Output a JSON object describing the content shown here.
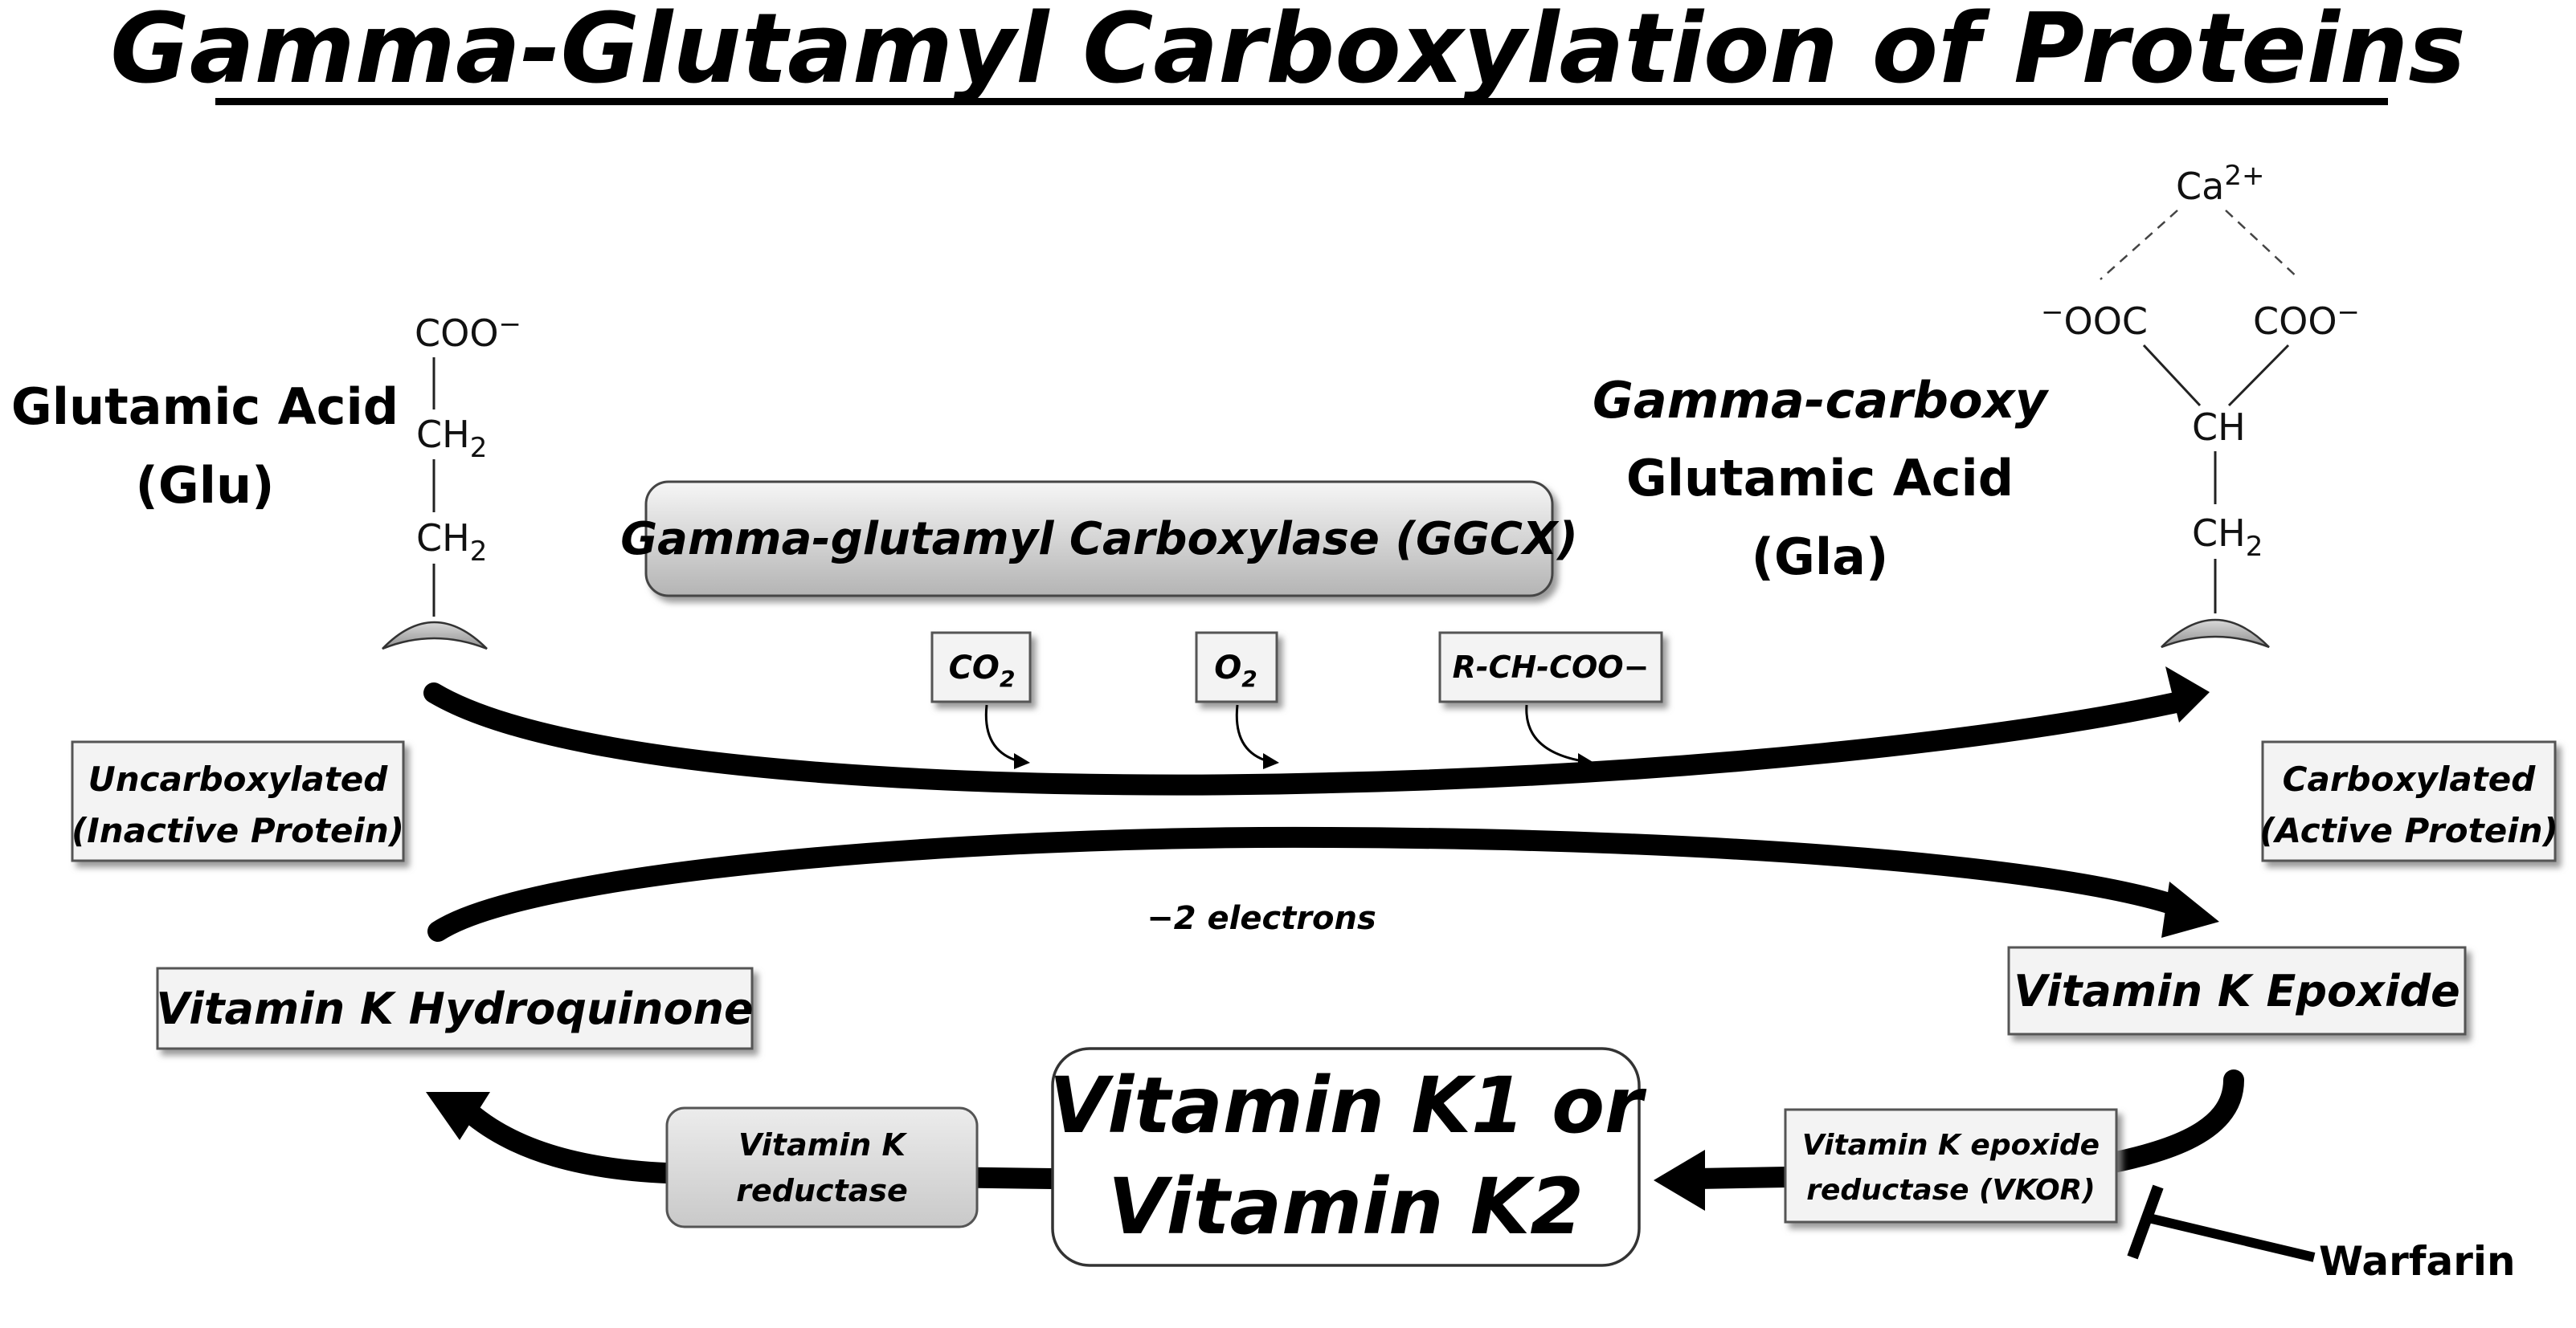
{
  "title": "Gamma-Glutamyl Carboxylation of Proteins",
  "glu": {
    "name_line1": "Glutamic Acid",
    "name_line2": "(Glu)",
    "formula": {
      "top": "COO",
      "top_charge": "−",
      "ch2_a": "CH",
      "ch2_a_sub": "2",
      "ch2_b": "CH",
      "ch2_b_sub": "2"
    }
  },
  "gla": {
    "name_line1": "Gamma-carboxy",
    "name_line2": "Glutamic Acid",
    "name_line3": "(Gla)",
    "formula": {
      "ca": "Ca",
      "ca_charge": "2+",
      "left_charge": "−",
      "left": "OOC",
      "right": "COO",
      "right_charge": "−",
      "ch": "CH",
      "ch2": "CH",
      "ch2_sub": "2"
    }
  },
  "enzyme_ggcx": "Gamma-glutamyl Carboxylase (GGCX)",
  "cofactors": {
    "co2": "CO",
    "co2_sub": "2",
    "o2": "O",
    "o2_sub": "2",
    "rchcoo": "R-CH-COO−"
  },
  "uncarboxylated": {
    "line1": "Uncarboxylated",
    "line2": "(Inactive Protein)"
  },
  "carboxylated": {
    "line1": "Carboxylated",
    "line2": "(Active Protein)"
  },
  "electrons": "−2 electrons",
  "hydroquinone": "Vitamin K Hydroquinone",
  "epoxide": "Vitamin K Epoxide",
  "vitamin_k": {
    "line1": "Vitamin K1 or",
    "line2": "Vitamin K2"
  },
  "vk_reductase": {
    "line1": "Vitamin K",
    "line2": "reductase"
  },
  "vkor": {
    "line1": "Vitamin K epoxide",
    "line2": "reductase (VKOR)"
  },
  "warfarin": "Warfarin",
  "colors": {
    "ink": "#000000",
    "box_fill": "#f2f2f2",
    "box_shadow": "#9a9a9a",
    "enzyme_top": "#f4f4f4",
    "enzyme_bottom": "#b8b8b8",
    "membrane": "#bfbfbf"
  }
}
